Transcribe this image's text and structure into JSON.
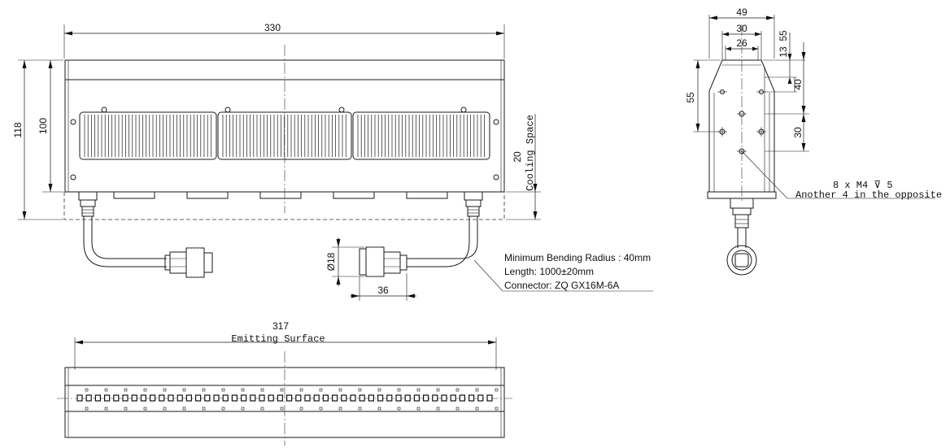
{
  "front_view": {
    "dim_width": "330",
    "dim_height_total": "118",
    "dim_height_body": "100",
    "dim_cooling": "20",
    "cooling_label": "Cooling Space",
    "dim_connector_diameter": "Ø18",
    "dim_connector_length": "36"
  },
  "cable_note": {
    "line1": "Minimum Bending Radius : 40mm",
    "line2": "Length: 1000±20mm",
    "line3": "Connector: ZQ GX16M-6A"
  },
  "side_view": {
    "dim_49": "49",
    "dim_30_top": "30",
    "dim_26": "26",
    "dim_55_left": "55",
    "dim_55_right": "55",
    "dim_13": "13",
    "dim_40": "40",
    "dim_30_right": "30",
    "hole_note_line1": "8 x  M4 ⊽ 5",
    "hole_note_line2": "Another 4 in the opposite"
  },
  "bottom_view": {
    "dim_emitting": "317",
    "emitting_label": "Emitting  Surface"
  }
}
